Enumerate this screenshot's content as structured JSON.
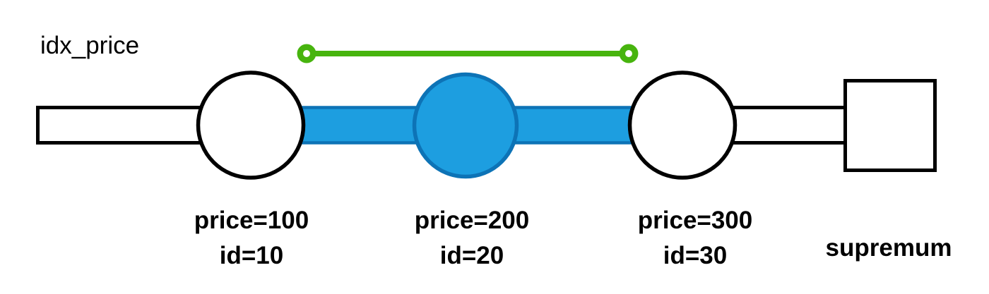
{
  "diagram": {
    "index_label": "idx_price",
    "records": [
      {
        "line1": "price=100",
        "line2": "id=10",
        "locked": false
      },
      {
        "line1": "price=200",
        "line2": "id=20",
        "locked": true
      },
      {
        "line1": "price=300",
        "line2": "id=30",
        "locked": false
      }
    ],
    "supremum_label": "supremum",
    "range_indicator": {
      "style": "open-interval",
      "from_record": "price=100",
      "to_record": "price=300"
    },
    "colors": {
      "lock_fill": "#1D9EE0",
      "lock_border": "#0D73B6",
      "range_green": "#47B40E",
      "outline_black": "#000000",
      "background": "#FFFFFF"
    }
  }
}
